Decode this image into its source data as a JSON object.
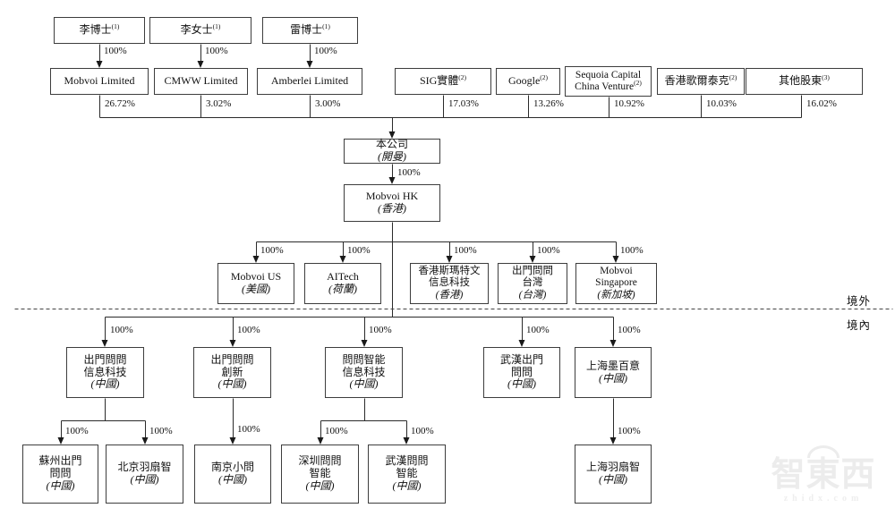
{
  "zone": {
    "outside": "境外",
    "inside": "境內"
  },
  "watermark": {
    "text": "智東西",
    "subtext": "zhidx.com"
  },
  "nodes": {
    "li_dr": {
      "lines": [
        "李博士"
      ],
      "sup": "(1)"
    },
    "li_ms": {
      "lines": [
        "李女士"
      ],
      "sup": "(1)"
    },
    "lei_dr": {
      "lines": [
        "雷博士"
      ],
      "sup": "(1)"
    },
    "mobvoi_ltd": {
      "lines": [
        "Mobvoi Limited"
      ]
    },
    "cmww_ltd": {
      "lines": [
        "CMWW Limited"
      ]
    },
    "amberlei_ltd": {
      "lines": [
        "Amberlei Limited"
      ]
    },
    "sig": {
      "lines": [
        "SIG實體"
      ],
      "sup": "(2)"
    },
    "google": {
      "lines": [
        "Google"
      ],
      "sup": "(2)"
    },
    "sequoia": {
      "lines": [
        "Sequoia Capital",
        "China Venture"
      ],
      "sup": "(2)"
    },
    "goertek": {
      "lines": [
        "香港歌爾泰克"
      ],
      "sup": "(2)"
    },
    "other": {
      "lines": [
        "其他股東"
      ],
      "sup": "(3)"
    },
    "company": {
      "lines": [
        "本公司"
      ],
      "loc": "(開曼)"
    },
    "mobvoi_hk": {
      "lines": [
        "Mobvoi HK"
      ],
      "loc": "(香港)"
    },
    "mobvoi_us": {
      "lines": [
        "Mobvoi US"
      ],
      "loc": "(美國)"
    },
    "aitech": {
      "lines": [
        "AITech"
      ],
      "loc": "(荷蘭)"
    },
    "hk_smartwen": {
      "lines": [
        "香港斯瑪特文",
        "信息科技"
      ],
      "loc": "(香港)"
    },
    "ww_taiwan": {
      "lines": [
        "出門問問",
        "台灣"
      ],
      "loc": "(台灣)"
    },
    "mobvoi_sg": {
      "lines": [
        "Mobvoi",
        "Singapore"
      ],
      "loc": "(新加坡)"
    },
    "ww_info": {
      "lines": [
        "出門問問",
        "信息科技"
      ],
      "loc": "(中國)"
    },
    "ww_innovation": {
      "lines": [
        "出門問問",
        "創新"
      ],
      "loc": "(中國)"
    },
    "wwzn_info": {
      "lines": [
        "問問智能",
        "信息科技"
      ],
      "loc": "(中國)"
    },
    "wuhan_ww": {
      "lines": [
        "武漢出門",
        "問問"
      ],
      "loc": "(中國)"
    },
    "shanghai_moby": {
      "lines": [
        "上海墨百意"
      ],
      "loc": "(中國)"
    },
    "suzhou_ww": {
      "lines": [
        "蘇州出門",
        "問問"
      ],
      "loc": "(中國)"
    },
    "beijing_ysz": {
      "lines": [
        "北京羽扇智"
      ],
      "loc": "(中國)"
    },
    "nanjing_xw": {
      "lines": [
        "南京小問"
      ],
      "loc": "(中國)"
    },
    "shenzhen_wwzn": {
      "lines": [
        "深圳問問",
        "智能"
      ],
      "loc": "(中國)"
    },
    "wuhan_wwzn": {
      "lines": [
        "武漢問問",
        "智能"
      ],
      "loc": "(中國)"
    },
    "shanghai_ysz": {
      "lines": [
        "上海羽扇智"
      ],
      "loc": "(中國)"
    }
  },
  "edges": [
    {
      "from": "li_dr",
      "to": "mobvoi_ltd",
      "label": "100%"
    },
    {
      "from": "li_ms",
      "to": "cmww_ltd",
      "label": "100%"
    },
    {
      "from": "lei_dr",
      "to": "amberlei_ltd",
      "label": "100%"
    },
    {
      "from": "mobvoi_ltd",
      "to": "company",
      "label": "26.72%"
    },
    {
      "from": "cmww_ltd",
      "to": "company",
      "label": "3.02%"
    },
    {
      "from": "amberlei_ltd",
      "to": "company",
      "label": "3.00%"
    },
    {
      "from": "sig",
      "to": "company",
      "label": "17.03%"
    },
    {
      "from": "google",
      "to": "company",
      "label": "13.26%"
    },
    {
      "from": "sequoia",
      "to": "company",
      "label": "10.92%"
    },
    {
      "from": "goertek",
      "to": "company",
      "label": "10.03%"
    },
    {
      "from": "other",
      "to": "company",
      "label": "16.02%"
    },
    {
      "from": "company",
      "to": "mobvoi_hk",
      "label": "100%"
    },
    {
      "from": "mobvoi_hk",
      "to": "mobvoi_us",
      "label": "100%"
    },
    {
      "from": "mobvoi_hk",
      "to": "aitech",
      "label": "100%"
    },
    {
      "from": "mobvoi_hk",
      "to": "hk_smartwen",
      "label": "100%"
    },
    {
      "from": "mobvoi_hk",
      "to": "ww_taiwan",
      "label": "100%"
    },
    {
      "from": "mobvoi_hk",
      "to": "mobvoi_sg",
      "label": "100%"
    },
    {
      "from": "mobvoi_hk",
      "to": "ww_info",
      "label": "100%"
    },
    {
      "from": "mobvoi_hk",
      "to": "ww_innovation",
      "label": "100%"
    },
    {
      "from": "mobvoi_hk",
      "to": "wwzn_info",
      "label": "100%"
    },
    {
      "from": "mobvoi_hk",
      "to": "wuhan_ww",
      "label": "100%"
    },
    {
      "from": "mobvoi_hk",
      "to": "shanghai_moby",
      "label": "100%"
    },
    {
      "from": "ww_info",
      "to": "suzhou_ww",
      "label": "100%"
    },
    {
      "from": "ww_info",
      "to": "beijing_ysz",
      "label": "100%"
    },
    {
      "from": "ww_innovation",
      "to": "nanjing_xw",
      "label": "100%"
    },
    {
      "from": "wwzn_info",
      "to": "shenzhen_wwzn",
      "label": "100%"
    },
    {
      "from": "wwzn_info",
      "to": "wuhan_wwzn",
      "label": "100%"
    },
    {
      "from": "shanghai_moby",
      "to": "shanghai_ysz",
      "label": "100%"
    }
  ]
}
